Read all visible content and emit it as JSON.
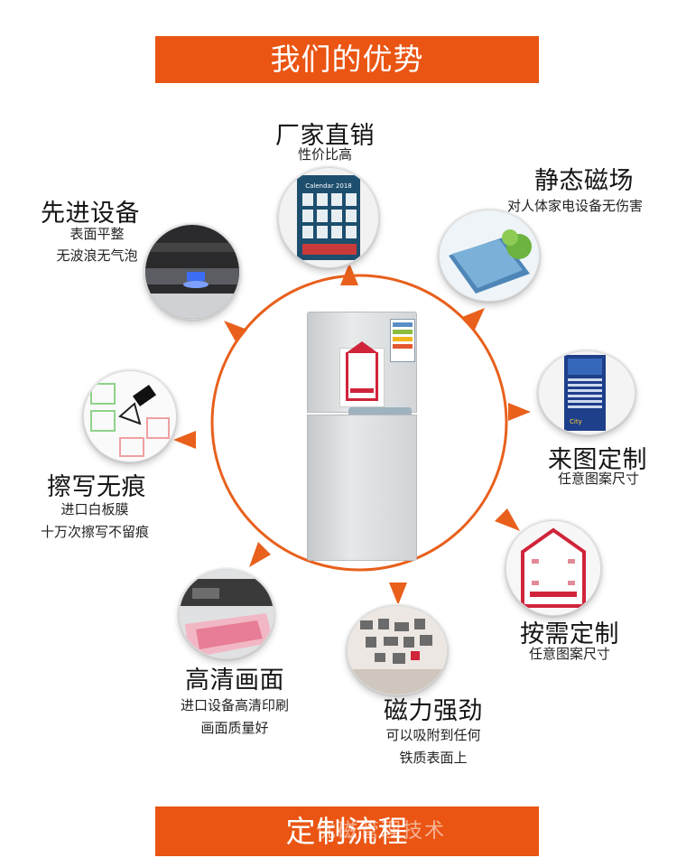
{
  "header": {
    "title": "我们的优势"
  },
  "footer": {
    "title": "定制流程",
    "watermark": "优磁管理技术"
  },
  "colors": {
    "accent": "#ea5513",
    "ring": "#e8601c"
  },
  "features": {
    "factory": {
      "title": "厂家直销",
      "lines": [
        "性价比高"
      ]
    },
    "magnetic": {
      "title": "静态磁场",
      "lines": [
        "对人体家电设备无伤害"
      ]
    },
    "custom_image": {
      "title": "来图定制",
      "lines": [
        "任意图案尺寸"
      ]
    },
    "on_demand": {
      "title": "按需定制",
      "lines": [
        "任意图案尺寸"
      ]
    },
    "strength": {
      "title": "磁力强劲",
      "lines": [
        "可以吸附到任何",
        "铁质表面上"
      ]
    },
    "hd": {
      "title": "高清画面",
      "lines": [
        "进口设备高清印刷",
        "画面质量好"
      ]
    },
    "erase": {
      "title": "擦写无痕",
      "lines": [
        "进口白板膜",
        "十万次擦写不留痕"
      ]
    },
    "equipment": {
      "title": "先进设备",
      "lines": [
        "表面平整",
        "无波浪无气泡"
      ]
    }
  },
  "images": {
    "calendar_label": "Calendar 2018",
    "city_label": "City"
  }
}
